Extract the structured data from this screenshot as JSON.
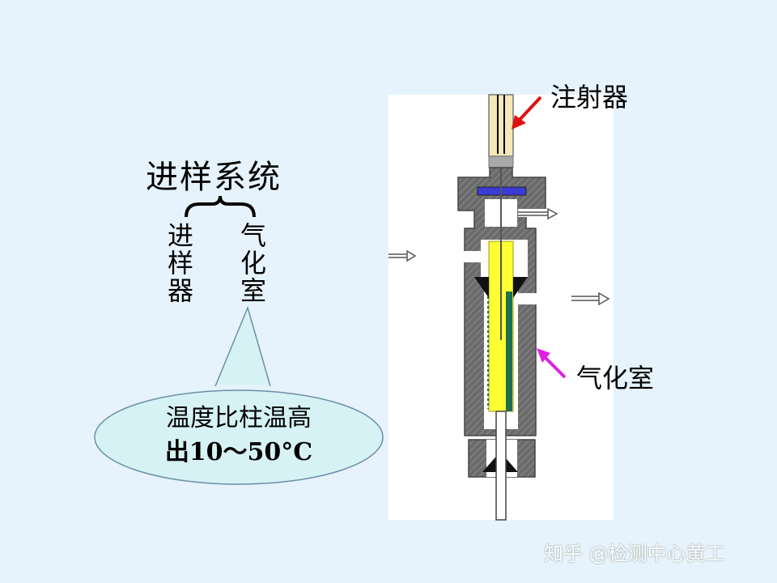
{
  "heading": "进样系统",
  "left_label": "进样器",
  "right_label": "气化室",
  "bubble": {
    "line1": "温度比柱温高",
    "line2": "出10～50°C"
  },
  "callouts": {
    "syringe": "注射器",
    "chamber": "气化室"
  },
  "watermark": "知乎 @检测中心黄工",
  "colors": {
    "background": "#e6f3fc",
    "bubble_fill": "#d6f2f4",
    "body_gray": "#6b6b6b",
    "yellow_tube": "#ffff33",
    "liner_green": "#1e6f4e",
    "septum_blue": "#3b3bd6",
    "syringe_arrow": "#e01010",
    "chamber_arrow": "#e020e0"
  },
  "icons": {
    "brace": "curly-brace-icon",
    "flow_arrow": "flow-arrow-icon"
  }
}
